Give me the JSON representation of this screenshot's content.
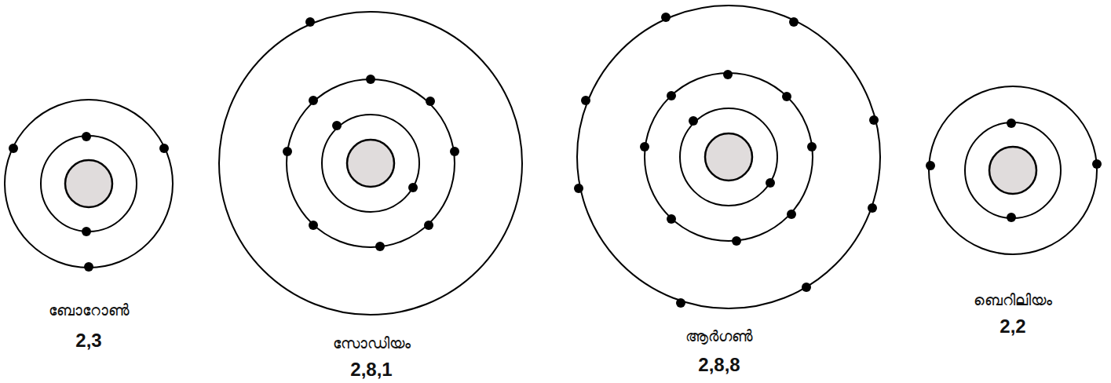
{
  "diagram": {
    "labels": [
      "ബോറോൺ",
      "2,3",
      "സോഡിയം",
      "2,8,1",
      "ആർഗൺ",
      "2,8,8",
      "ബെറിലിയം",
      "2,2"
    ]
  }
}
